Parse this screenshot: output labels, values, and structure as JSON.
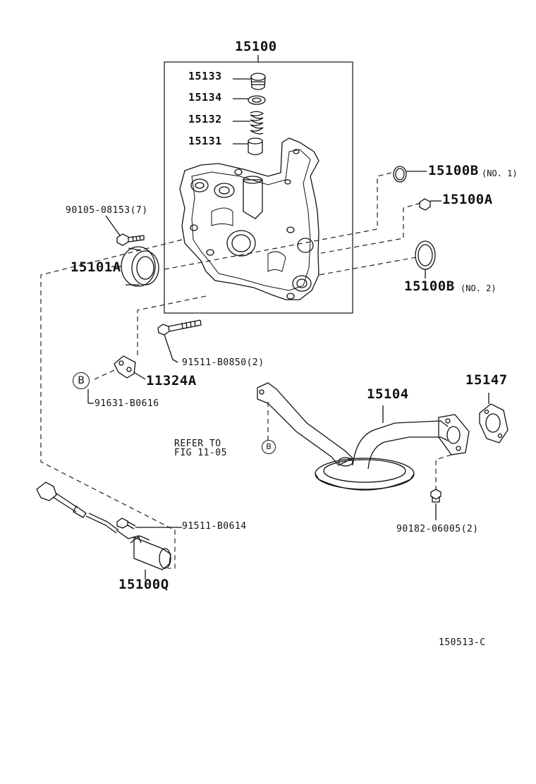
{
  "parts": {
    "assy_oil_pump": "15100",
    "plug": "15133",
    "gasket": "15134",
    "spring": "15132",
    "relief_valve": "15131",
    "o_ring_no1_part": "15100B",
    "o_ring_no1_note": "(NO. 1)",
    "pin": "15100A",
    "o_ring_no2_part": "15100B",
    "o_ring_no2_note": "(NO. 2)",
    "bolt_front": "90105-08153(7)",
    "oil_seal": "15101A",
    "bolt_long": "91511-B0850(2)",
    "bracket": "11324A",
    "bolt_b": "91631-B0616",
    "strainer": "15104",
    "strainer_gasket": "15147",
    "refer_to_line1": "REFER TO",
    "refer_to_line2": "FIG 11-05",
    "nut": "90182-06005(2)",
    "sensor_bolt": "91511-B0614",
    "sensor": "15100Q",
    "diagram_code": "150513-C",
    "callout_b": "B"
  }
}
